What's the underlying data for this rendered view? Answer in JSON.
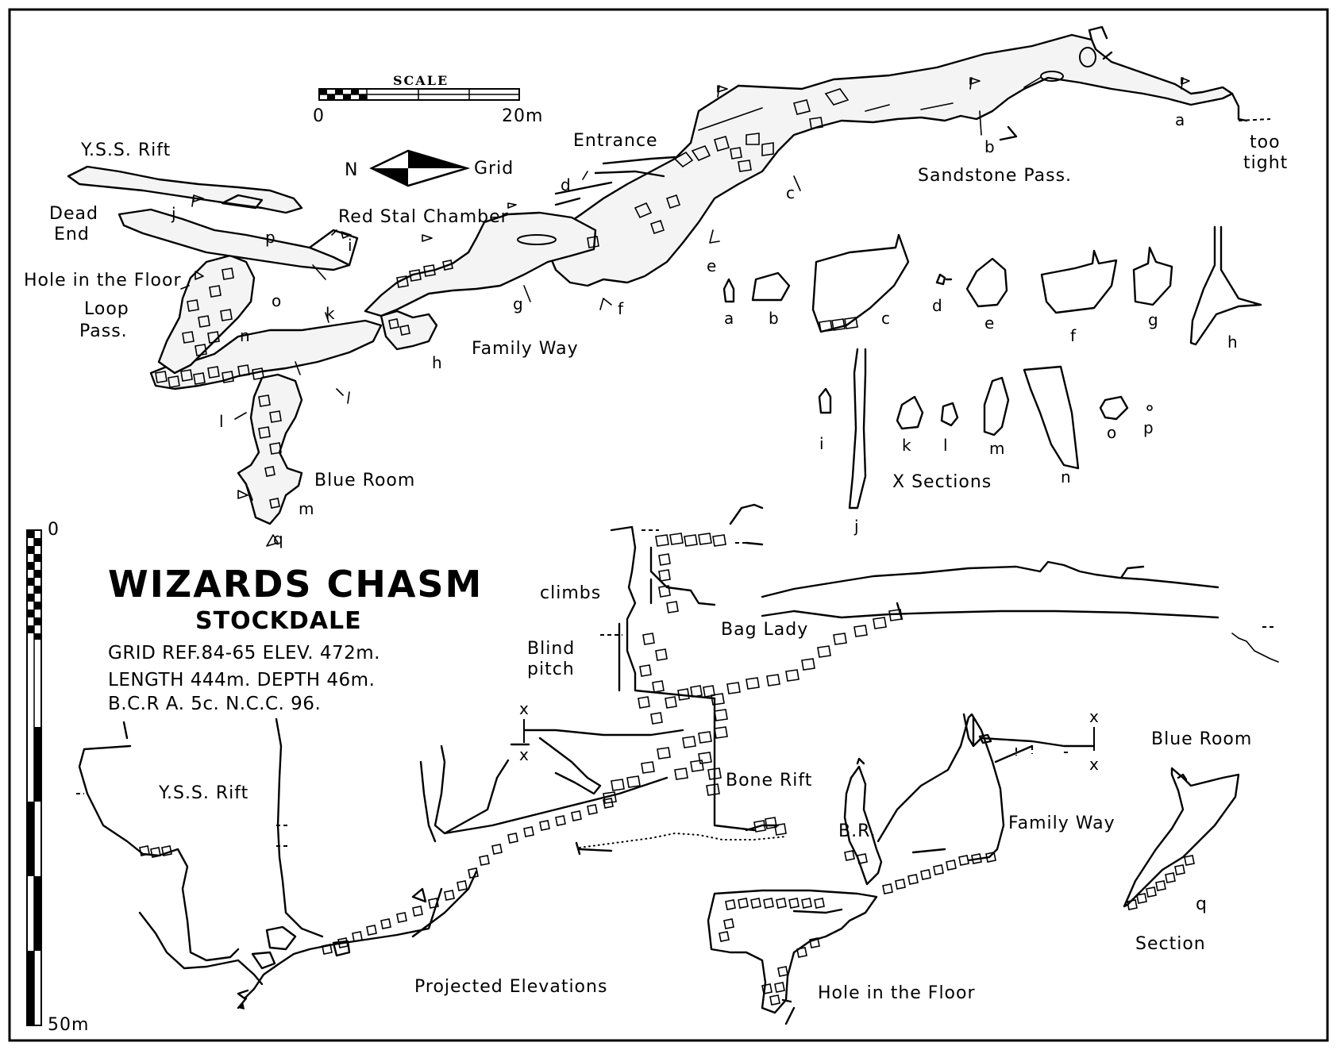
{
  "survey": {
    "title": "WIZARDS CHASM",
    "subtitle": "STOCKDALE",
    "grid_ref": "GRID REF.84-65 ELEV. 472m.",
    "length_depth": "LENGTH 444m. DEPTH 46m.",
    "grade": "B.C.R A. 5c. N.C.C. 96."
  },
  "scale": {
    "title": "SCALE",
    "start": "0",
    "end": "20m"
  },
  "vertical_scale": {
    "top": "0",
    "bottom": "50m"
  },
  "north_arrow": {
    "north": "N",
    "grid": "Grid"
  },
  "plan_labels": {
    "yss_rift": "Y.S.S. Rift",
    "dead_end_1": "Dead",
    "dead_end_2": "End",
    "hole_in_floor": "Hole in the Floor",
    "loop_pass_1": "Loop",
    "loop_pass_2": "Pass.",
    "red_stal": "Red Stal Chamber",
    "entrance": "Entrance",
    "sandstone": "Sandstone Pass.",
    "too": "too",
    "tight": "tight",
    "family_way": "Family Way",
    "blue_room": "Blue Room"
  },
  "station_labels": {
    "a": "a",
    "b": "b",
    "c": "c",
    "d": "d",
    "e": "e",
    "f": "f",
    "g": "g",
    "h": "h",
    "i": "i",
    "j": "j",
    "k": "k",
    "l": "l",
    "m": "m",
    "n": "n",
    "o": "o",
    "p": "p",
    "q": "q"
  },
  "xsections": {
    "title": "X Sections",
    "letters": [
      "a",
      "b",
      "c",
      "d",
      "e",
      "f",
      "g",
      "h",
      "i",
      "j",
      "k",
      "l",
      "m",
      "n",
      "o",
      "p"
    ]
  },
  "elevation_labels": {
    "climbs": "climbs",
    "bag_lady": "Bag Lady",
    "blind_1": "Blind",
    "blind_2": "pitch",
    "bone_rift": "Bone Rift",
    "yss_rift": "Y.S.S. Rift",
    "br": "B.R.",
    "family_way": "Family Way",
    "blue_room": "Blue Room",
    "q": "q",
    "section": "Section",
    "projected": "Projected Elevations",
    "hole_in_floor": "Hole in the Floor",
    "x": "x"
  }
}
